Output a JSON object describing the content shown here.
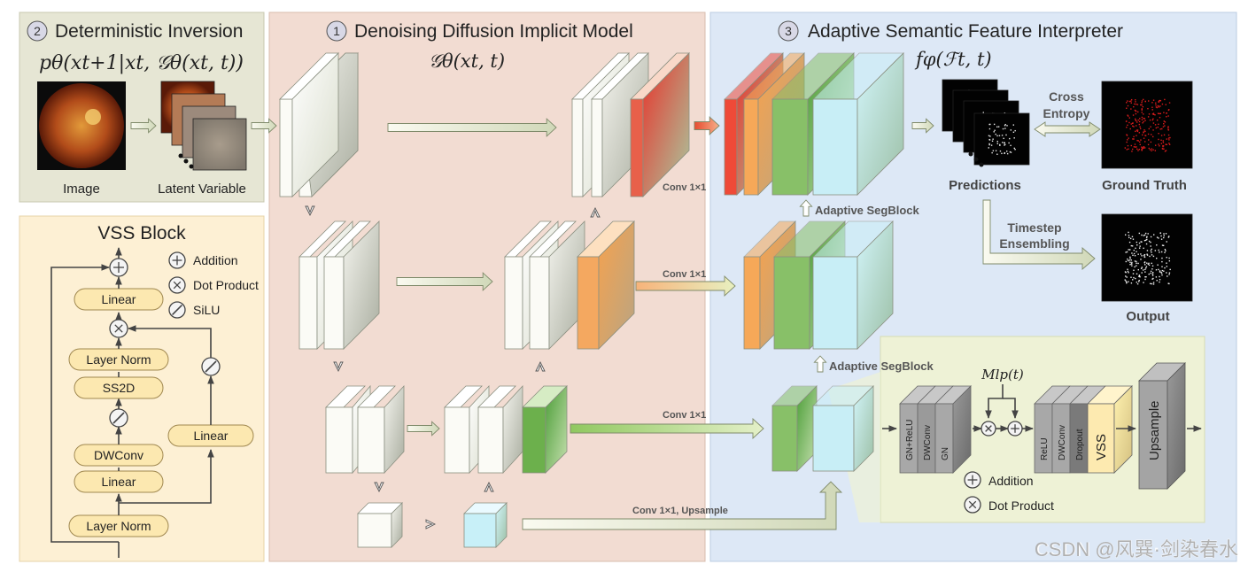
{
  "panels": {
    "inversion": {
      "number": "2",
      "title": "Deterministic Inversion",
      "formula": "pθ(xt+1|xt, 𝒢θ(xt, t))"
    },
    "ddim": {
      "number": "1",
      "title": "Denoising Diffusion Implicit Model",
      "formula": "𝒢θ(xt, t)"
    },
    "interpreter": {
      "number": "3",
      "title": "Adaptive Semantic Feature Interpreter",
      "formula": "fφ(ℱt, t)"
    },
    "vss": {
      "title": "VSS Block"
    }
  },
  "labels": {
    "image": "Image",
    "latent": "Latent Variable",
    "predictions": "Predictions",
    "ground_truth": "Ground Truth",
    "output": "Output",
    "cross_entropy_1": "Cross",
    "cross_entropy_2": "Entropy",
    "timestep_1": "Timestep",
    "timestep_2": "Ensembling",
    "conv1": "Conv 1×1",
    "conv_up": "Conv 1×1, Upsample",
    "seg_block": "Adaptive SegBlock",
    "mlp": "Mlp(t)",
    "watermark": "CSDN @风巽·剑染春水"
  },
  "vss_nodes": {
    "linear": "Linear",
    "layer_norm": "Layer Norm",
    "ss2d": "SS2D",
    "dwconv": "DWConv",
    "linear_side": "Linear"
  },
  "legend": {
    "addition": "Addition",
    "dot_product": "Dot Product",
    "silu": "SiLU"
  },
  "seg_detail": {
    "block1": [
      "GN+ReLU",
      "DWConv",
      "GN"
    ],
    "block2": [
      "ReLU",
      "DWConv",
      "Dropout",
      "VSS"
    ],
    "upsample": "Upsample"
  },
  "colors": {
    "inversion_bg": "#e6e6d4",
    "vss_bg": "#fdf0d4",
    "ddim_bg": "#f2dcd2",
    "interp_bg": "#dde8f6",
    "seg_bg": "#eef2d6",
    "linear_fill": "#fce8b0"
  }
}
